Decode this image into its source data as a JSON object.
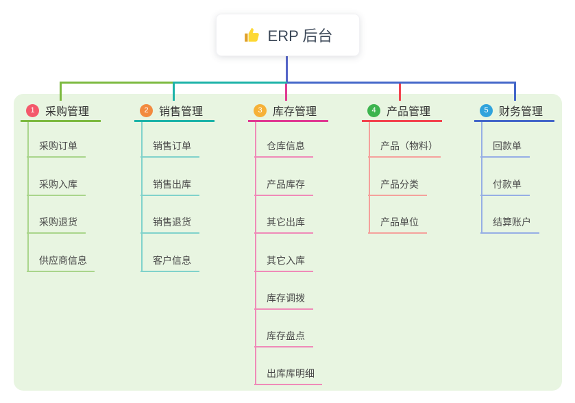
{
  "root": {
    "title": "ERP 后台",
    "icon": "thumbs-up-icon",
    "line_color": "#5565c8"
  },
  "canvas": {
    "background": "#ffffff",
    "panel_background": "#e8f5e1"
  },
  "branches": [
    {
      "num": "1",
      "label": "采购管理",
      "color": "#7cb93f",
      "color_light": "#a9d58b",
      "badge_color": "#f4586b",
      "children": [
        {
          "label": "采购订单"
        },
        {
          "label": "采购入库"
        },
        {
          "label": "采购退货"
        },
        {
          "label": "供应商信息"
        }
      ]
    },
    {
      "num": "2",
      "label": "销售管理",
      "color": "#1cb3a8",
      "color_light": "#80d2cb",
      "badge_color": "#f28a3f",
      "children": [
        {
          "label": "销售订单"
        },
        {
          "label": "销售出库"
        },
        {
          "label": "销售退货"
        },
        {
          "label": "客户信息"
        }
      ]
    },
    {
      "num": "3",
      "label": "库存管理",
      "color": "#e03a92",
      "color_light": "#ef8ab8",
      "badge_color": "#f6b137",
      "children": [
        {
          "label": "仓库信息"
        },
        {
          "label": "产品库存"
        },
        {
          "label": "其它出库"
        },
        {
          "label": "其它入库"
        },
        {
          "label": "库存调拨"
        },
        {
          "label": "库存盘点"
        },
        {
          "label": "出库库明细"
        }
      ]
    },
    {
      "num": "4",
      "label": "产品管理",
      "color": "#f2434e",
      "color_light": "#f5a19c",
      "badge_color": "#3cb44e",
      "children": [
        {
          "label": "产品（物料）"
        },
        {
          "label": "产品分类"
        },
        {
          "label": "产品单位"
        }
      ]
    },
    {
      "num": "5",
      "label": "财务管理",
      "color": "#4467c9",
      "color_light": "#96aee5",
      "badge_color": "#30a3dc",
      "children": [
        {
          "label": "回款单"
        },
        {
          "label": "付款单"
        },
        {
          "label": "结算账户"
        }
      ]
    }
  ]
}
